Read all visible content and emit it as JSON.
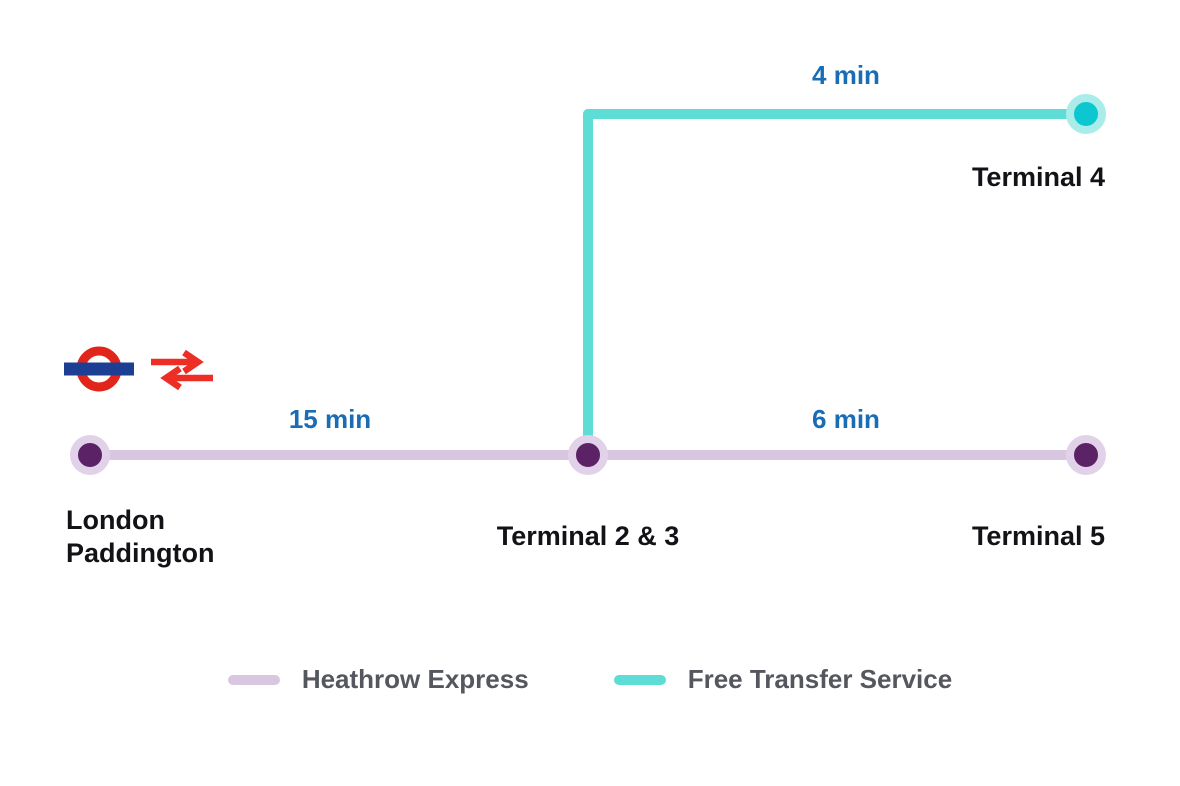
{
  "stations": {
    "paddington": {
      "name": "London Paddington"
    },
    "t23": {
      "name": "Terminal 2 & 3"
    },
    "t5": {
      "name": "Terminal 5"
    },
    "t4": {
      "name": "Terminal 4"
    }
  },
  "durations": {
    "paddington_to_t23": "15 min",
    "t23_to_t5": "6 min",
    "t23_to_t4": "4 min"
  },
  "legend": {
    "heathrow_express": "Heathrow Express",
    "free_transfer": "Free Transfer Service"
  },
  "icons": {
    "underground": "london-underground-roundel-icon",
    "national_rail": "national-rail-double-arrow-icon"
  },
  "colors": {
    "background": "#ffffff",
    "express_line": "#d9c6e0",
    "transfer_line": "#5edcd6",
    "station_dot": "#5b2365",
    "station_ring": "#e2d2e9",
    "t4_dot": "#0cc6d0",
    "t4_ring": "#a9ece9",
    "duration_text": "#1a6cb4",
    "station_text": "#121217",
    "legend_text": "#54575d",
    "roundel_red": "#e1251b",
    "roundel_blue": "#1c3f94",
    "rail_red": "#ed2e24"
  }
}
